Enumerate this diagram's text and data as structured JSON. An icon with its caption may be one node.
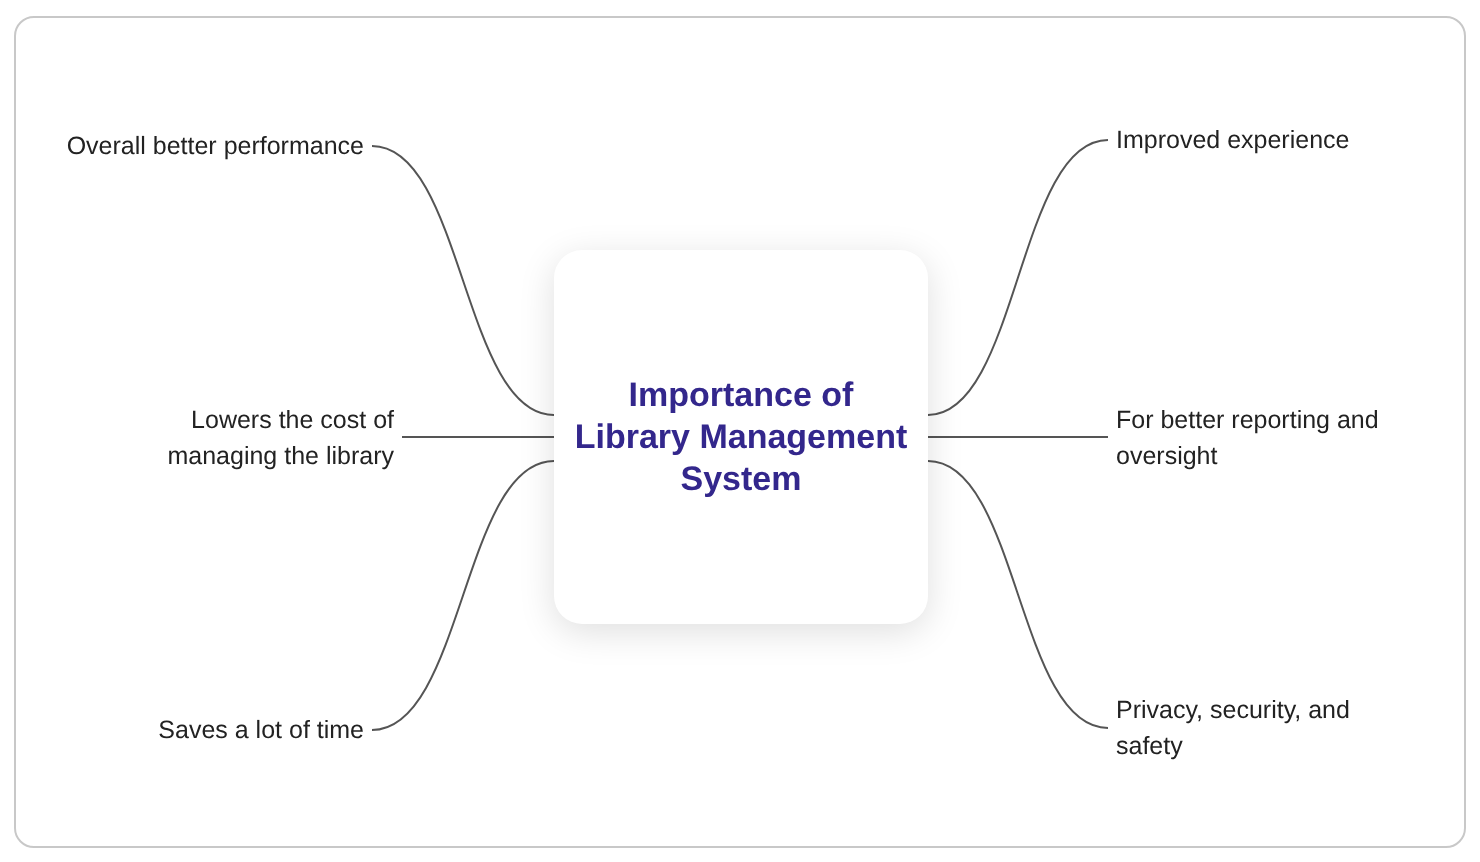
{
  "diagram": {
    "nodes": [
      {
        "text": [
          "Importance of Library Management System"
        ]
      },
      {
        "text": [
          "Overall better performance"
        ]
      },
      {
        "text": [
          "Lowers the cost of managing the library"
        ]
      },
      {
        "text": [
          "Saves a lot of time"
        ]
      },
      {
        "text": [
          "Improved experience"
        ]
      },
      {
        "text": [
          "For better reporting and oversight"
        ]
      },
      {
        "text": [
          "Privacy, security, and safety"
        ]
      }
    ],
    "edges": [
      {
        "from": 0,
        "to": 1,
        "arrow": "none"
      },
      {
        "from": 0,
        "to": 2,
        "arrow": "none"
      },
      {
        "from": 0,
        "to": 3,
        "arrow": "none"
      },
      {
        "from": 0,
        "to": 4,
        "arrow": "none"
      },
      {
        "from": 0,
        "to": 5,
        "arrow": "none"
      },
      {
        "from": 0,
        "to": 6,
        "arrow": "none"
      }
    ]
  }
}
